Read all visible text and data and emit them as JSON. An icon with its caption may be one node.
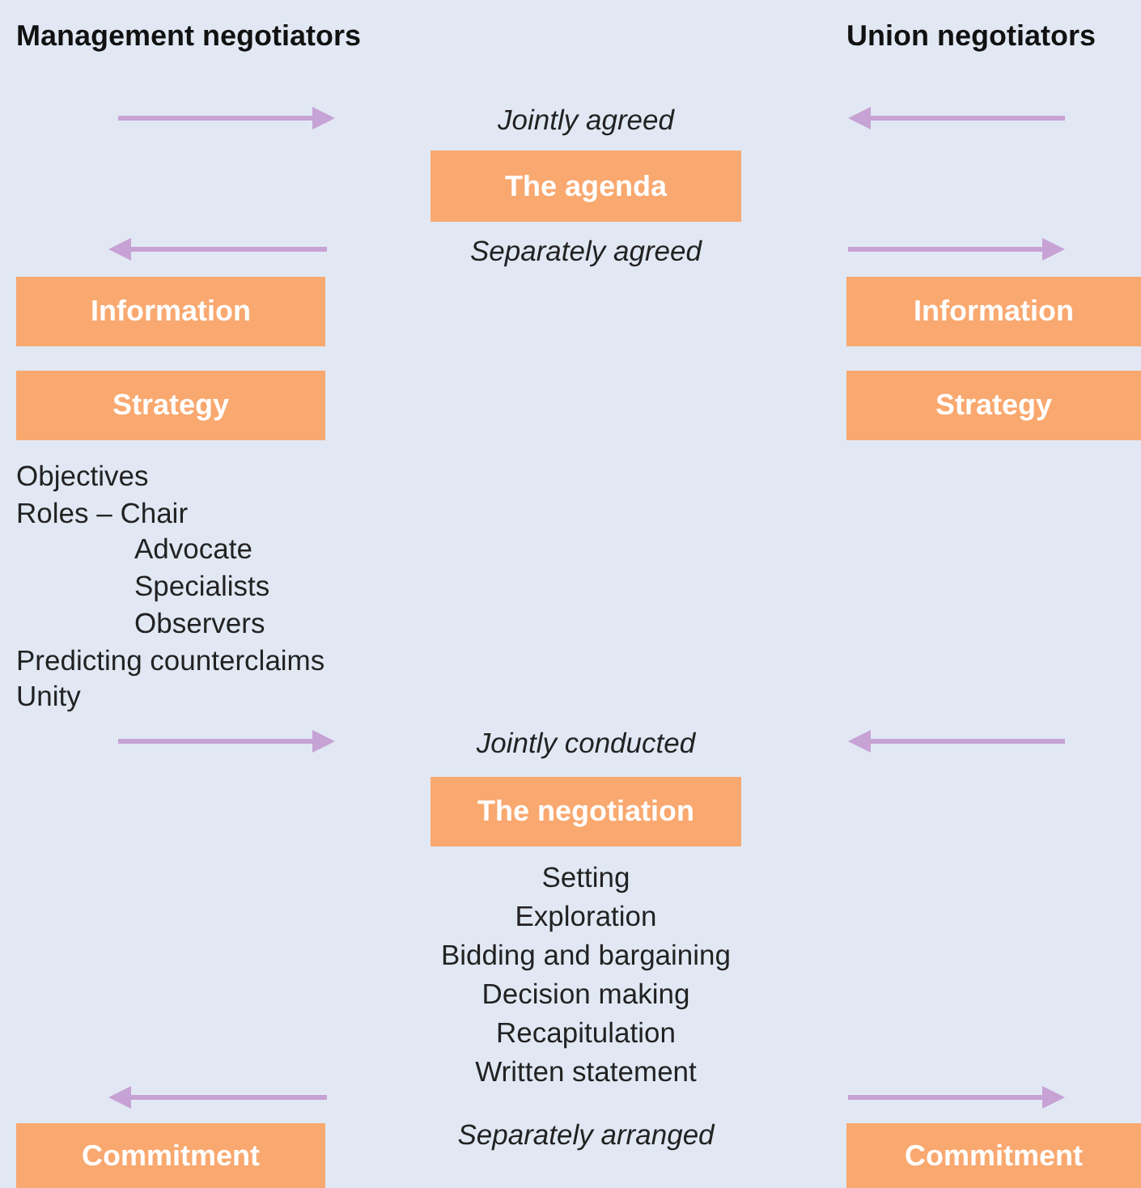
{
  "diagram": {
    "nodes": [
      {
        "text": [
          "The agenda"
        ]
      },
      {
        "text": [
          "Information"
        ]
      },
      {
        "text": [
          "Information"
        ]
      },
      {
        "text": [
          "Strategy"
        ],
        "beside": [
          "Objectives",
          "Roles – Chair",
          "Advocate",
          "Specialists",
          "Observers",
          "Predicting counterclaims",
          "Unity"
        ]
      },
      {
        "text": [
          "Strategy"
        ]
      },
      {
        "text": [
          "The negotiation"
        ],
        "beside": [
          "Setting",
          "Exploration",
          "Bidding and bargaining",
          "Decision making",
          "Recapitulation",
          "Written statement"
        ]
      },
      {
        "text": [
          "Commitment"
        ]
      },
      {
        "text": [
          "Commitment"
        ]
      }
    ],
    "labels": [
      "Management negotiators",
      "Union negotiators",
      "Jointly agreed",
      "Separately agreed",
      "Jointly conducted",
      "Separately arranged"
    ]
  }
}
